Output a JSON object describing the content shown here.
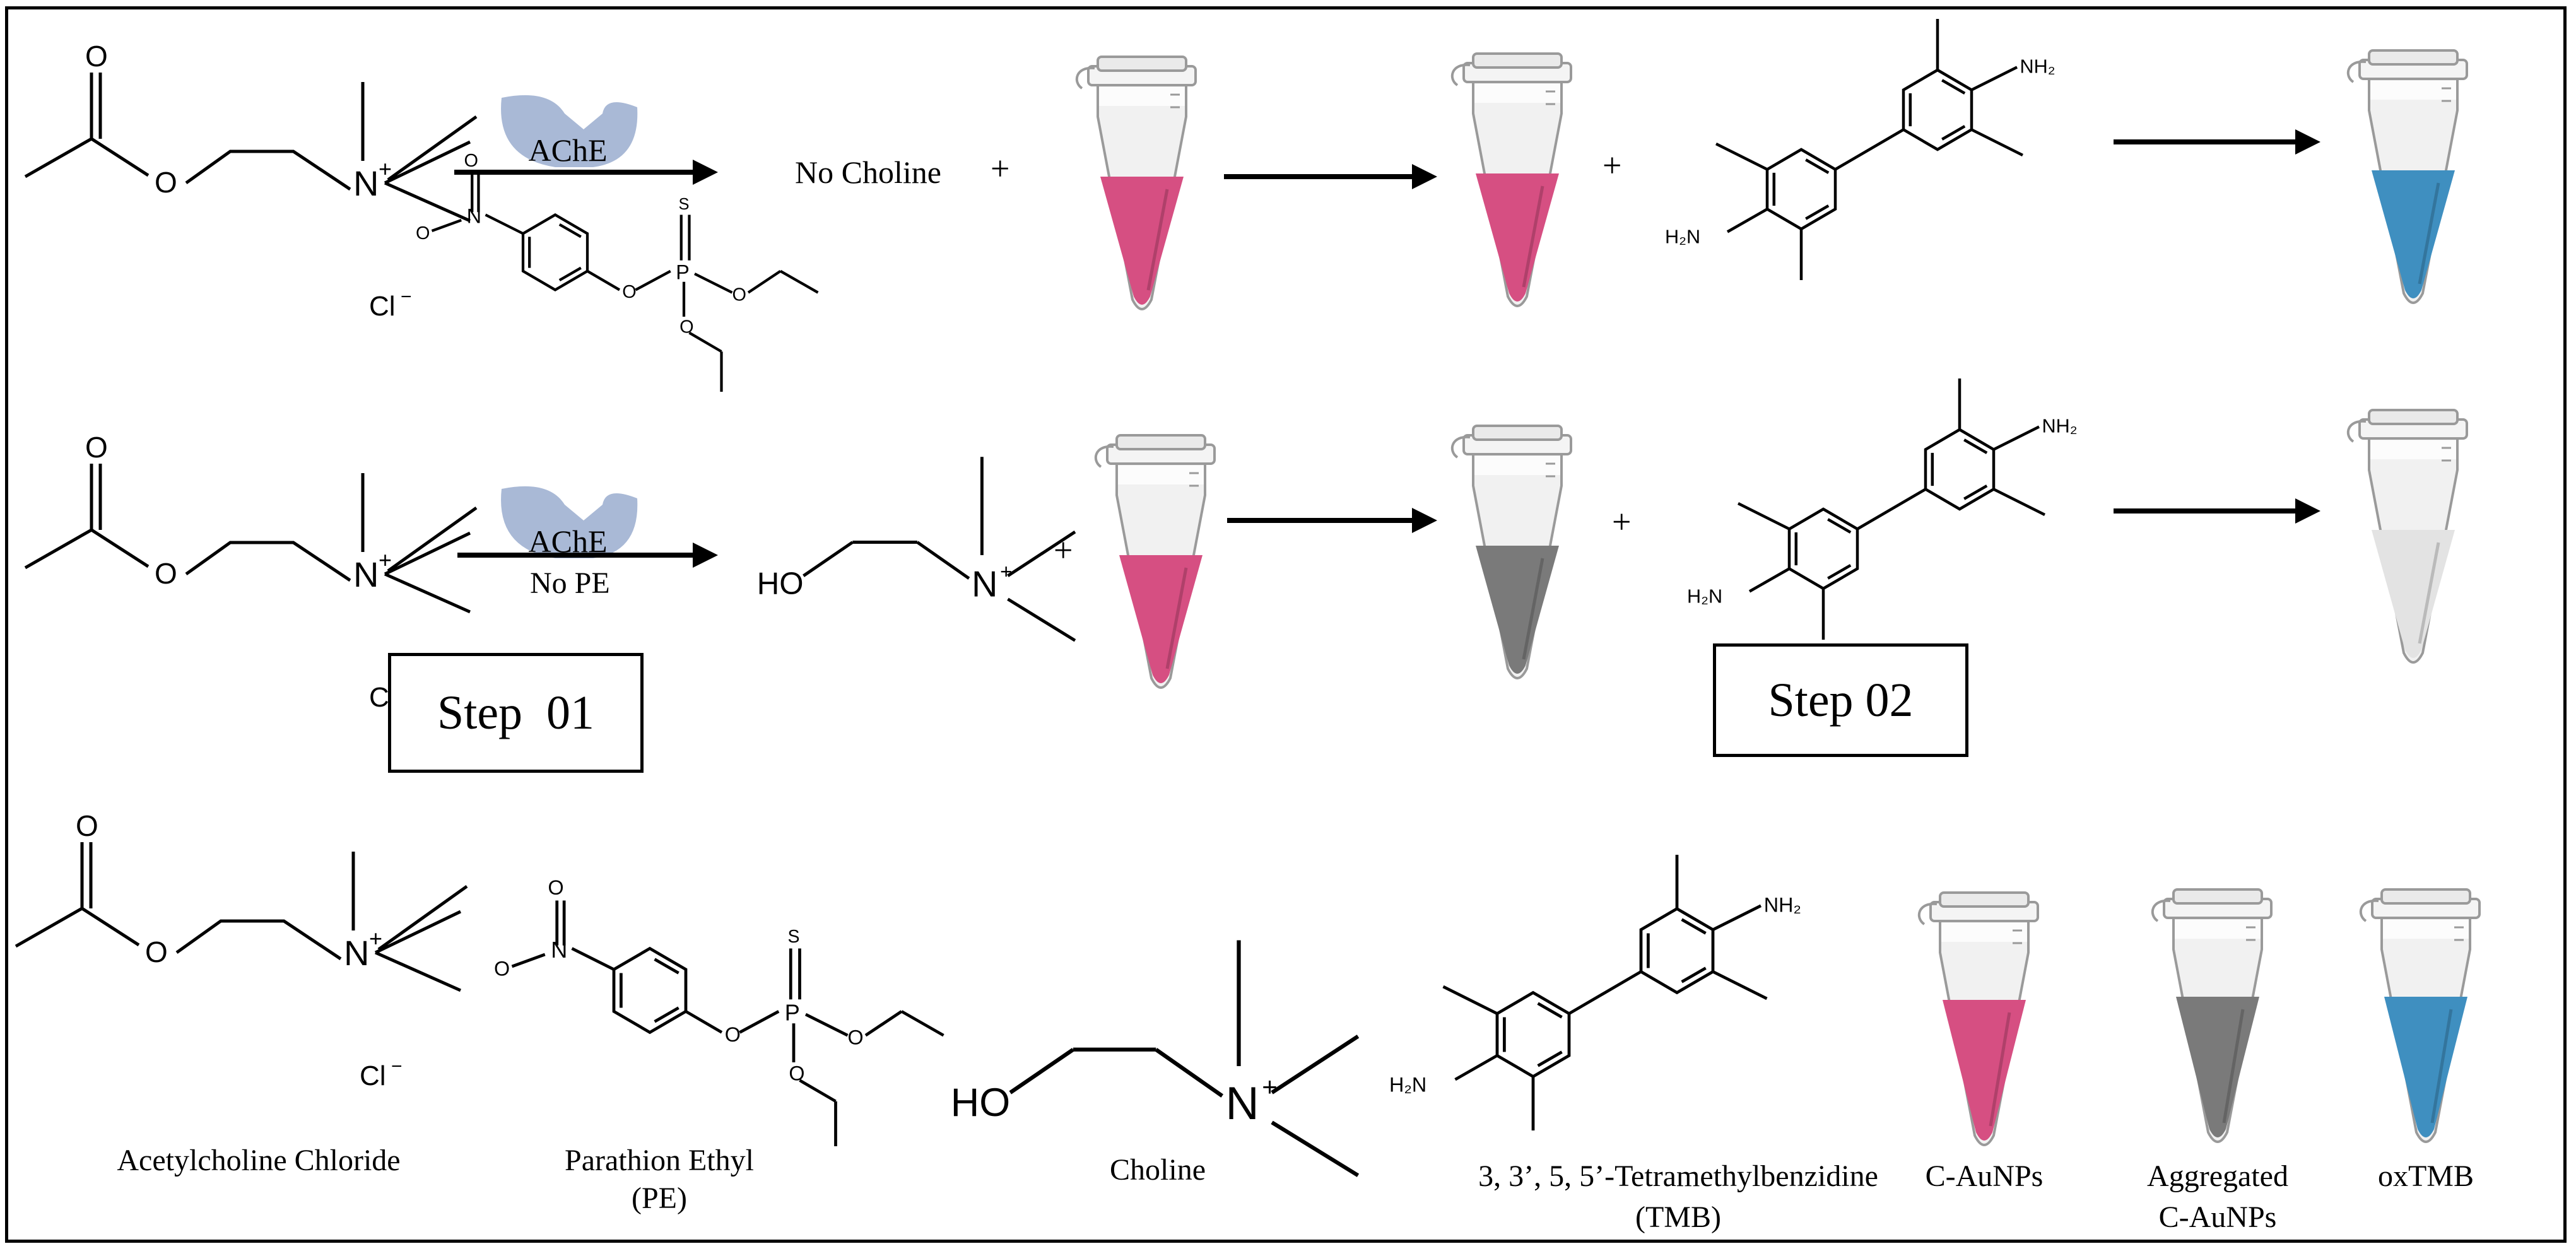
{
  "reaction_row_1": {
    "enzyme_label": "AChE",
    "chloride_label": "Cl",
    "chloride_charge": "−",
    "ammonium_label": "N",
    "ammonium_charge": "+",
    "product_text": "No Choline",
    "plus_1": "+",
    "plus_2": "+"
  },
  "reaction_row_2": {
    "enzyme_label": "AChE",
    "condition_label": "No PE",
    "chloride_label": "Cl",
    "chloride_charge": "−",
    "ammonium_label": "N",
    "ammonium_charge": "+",
    "hydroxyl_label": "HO",
    "plus_1": "+",
    "plus_2": "+"
  },
  "step_boxes": {
    "step_1": "Step  01",
    "step_2": "Step 02"
  },
  "atom_labels": {
    "oxygen": "O",
    "phosphorus": "P",
    "sulfur": "S",
    "nitro_n": "N",
    "nitro_o": "O",
    "amine_h2n": "H₂N",
    "amine_nh2": "NH₂",
    "hydroxyl": "HO"
  },
  "legend": {
    "acetylcholine": "Acetylcholine Chloride",
    "parathion_line1": "Parathion Ethyl",
    "parathion_line2": "(PE)",
    "choline": "Choline",
    "tmb_line1": "3, 3’, 5, 5’-Tetramethylbenzidine",
    "tmb_line2": "(TMB)",
    "c_aunps": "C-AuNPs",
    "aggregated_line1": "Aggregated",
    "aggregated_line2": "C-AuNPs",
    "oxtmb": "oxTMB"
  },
  "colors": {
    "c_aunps": "#d64f82",
    "aggregated": "#7a7a7a",
    "oxtmb": "#3f8fc0",
    "light_gray": "#e3e3e3",
    "enzyme": "#a9b9d6",
    "tube_outline": "#9a9a9a"
  }
}
